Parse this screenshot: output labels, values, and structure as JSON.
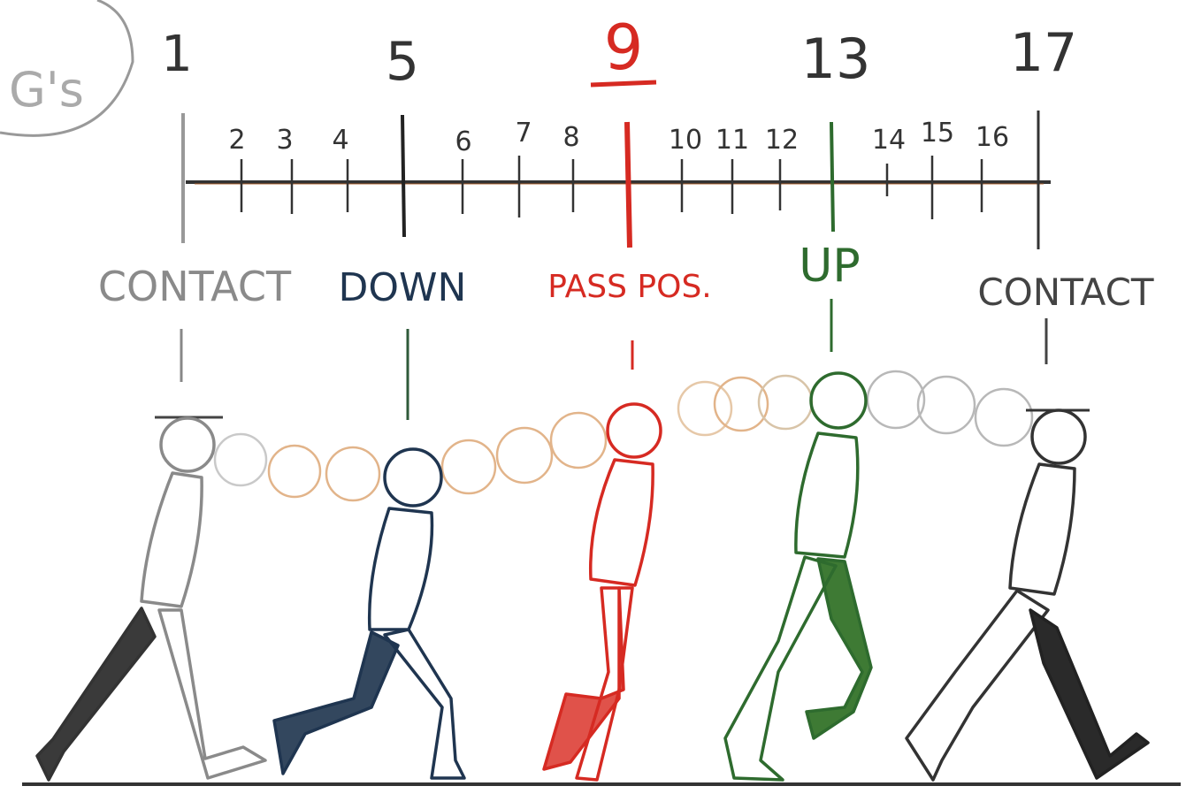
{
  "corner_note": "G's",
  "key_frames": [
    {
      "number": "1",
      "label": "CONTACT",
      "color": "#8a8a8a"
    },
    {
      "number": "5",
      "label": "DOWN",
      "color": "#1f3550"
    },
    {
      "number": "9",
      "label": "PASS POS.",
      "color": "#d62a22"
    },
    {
      "number": "13",
      "label": "UP",
      "color": "#2e6b2e"
    },
    {
      "number": "17",
      "label": "CONTACT",
      "color": "#222222"
    }
  ],
  "in_between_frames": [
    "2",
    "3",
    "4",
    "6",
    "7",
    "8",
    "10",
    "11",
    "12",
    "14",
    "15",
    "16"
  ],
  "colors": {
    "axis": "#333333",
    "axis_tint": "#b0602a",
    "ghost_warm": "#e2b48a",
    "ghost_cool": "#b8b8b8",
    "ground": "#333333"
  }
}
